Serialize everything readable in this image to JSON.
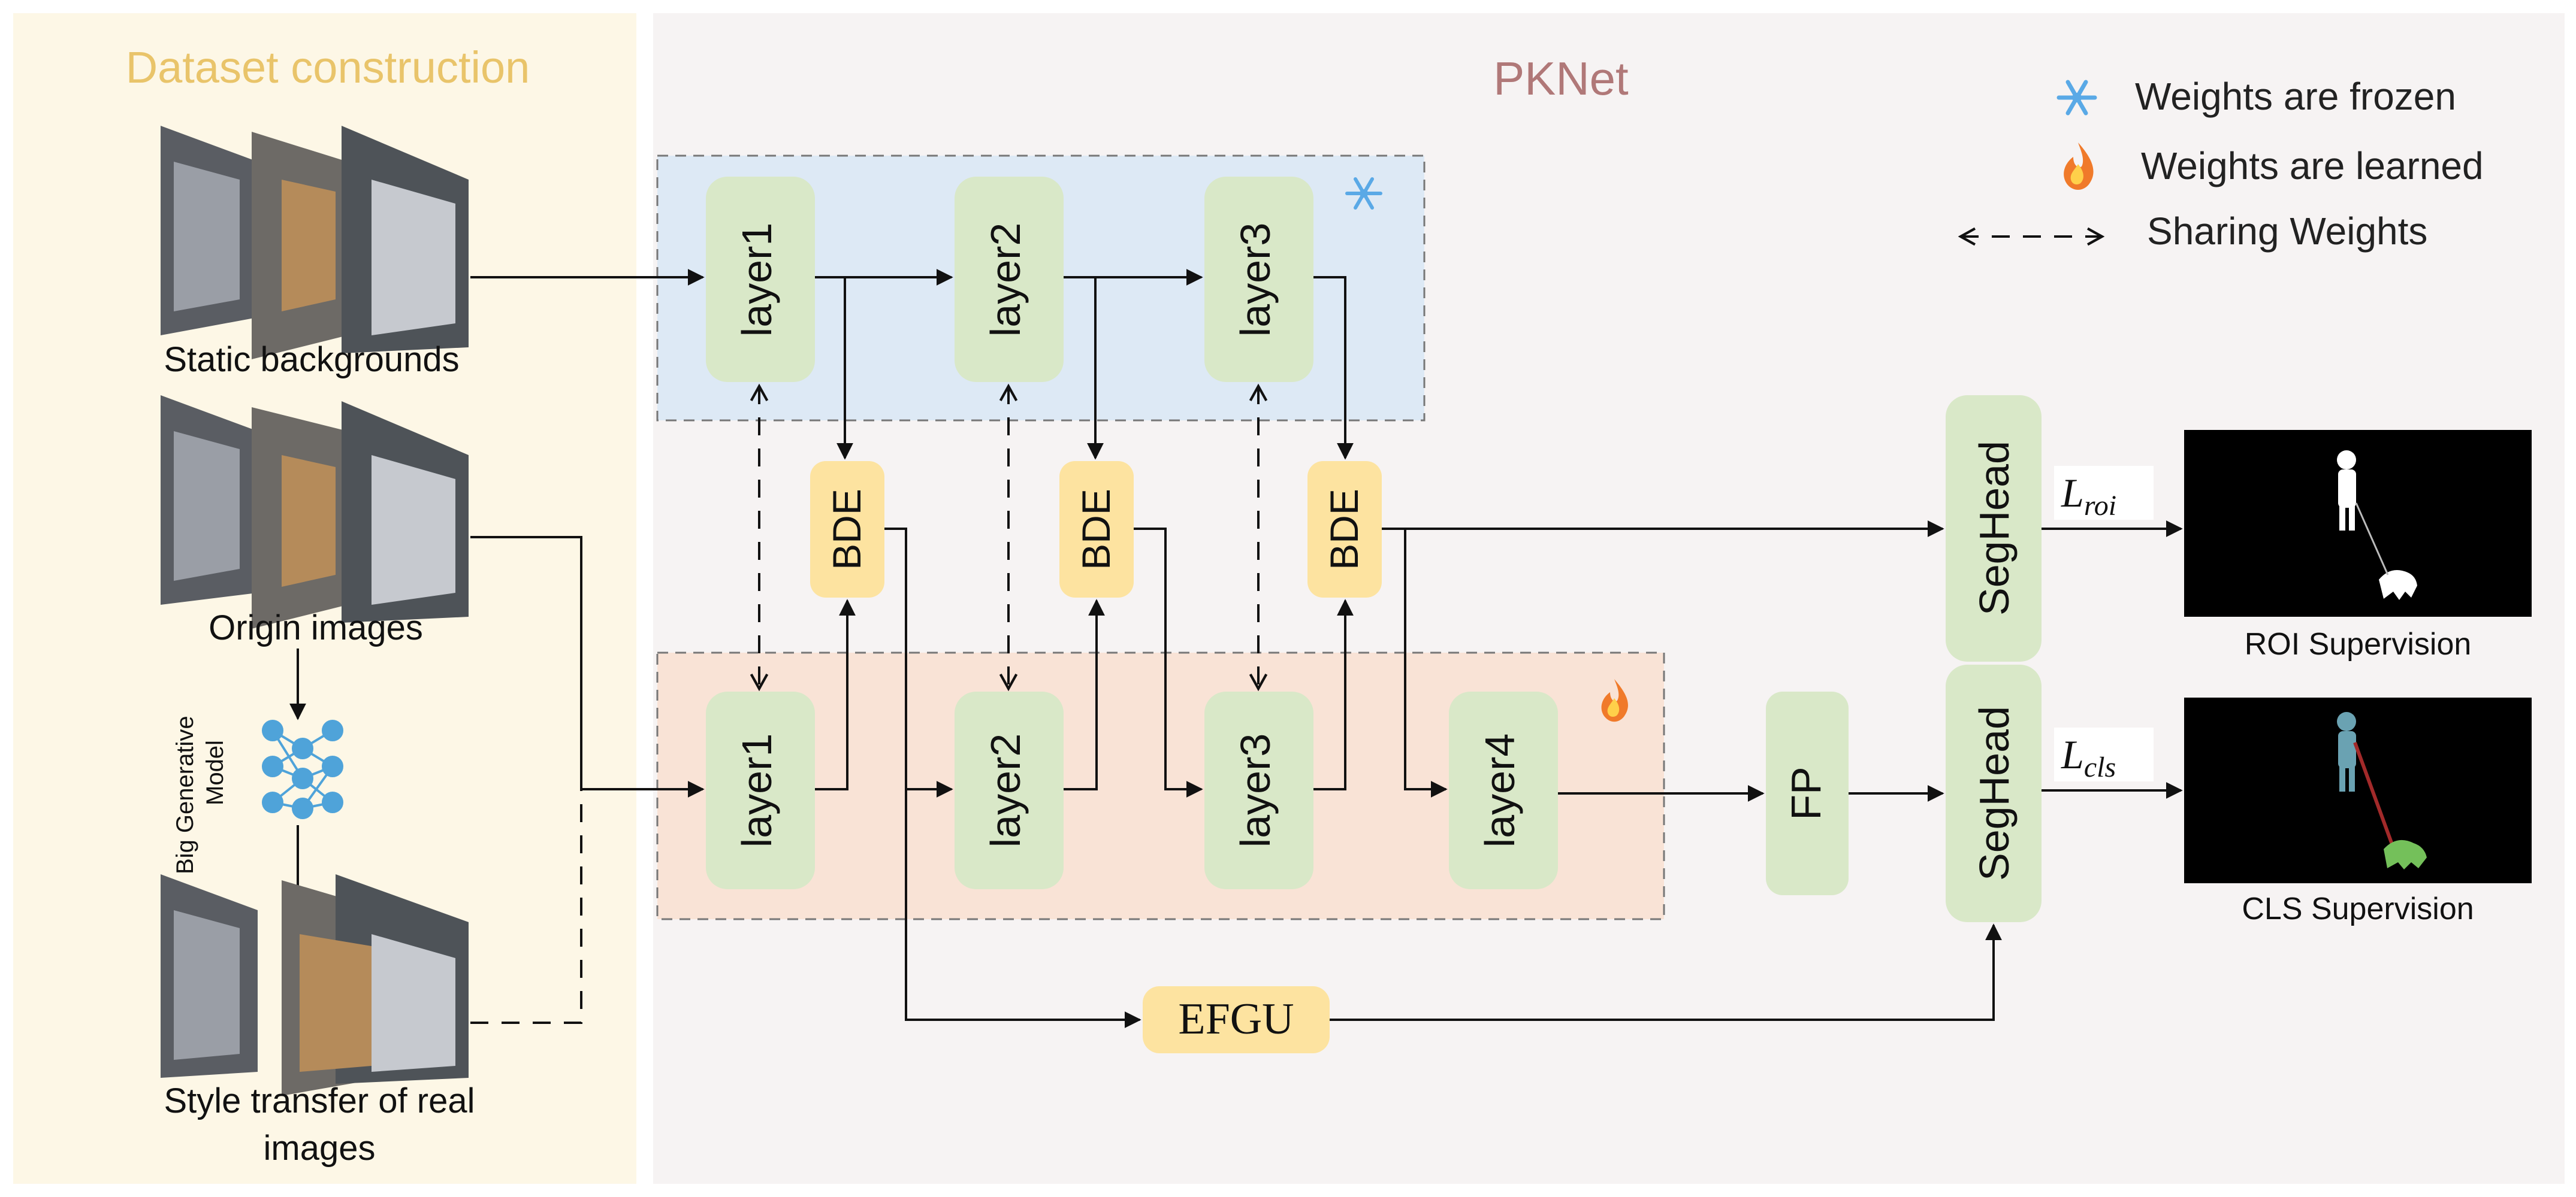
{
  "left_panel": {
    "title": "Dataset construction",
    "static_label": "Static backgrounds",
    "origin_label": "Origin images",
    "model_label_line1": "Big Generative",
    "model_label_line2": "Model",
    "style_label_line1": "Style transfer of real",
    "style_label_line2": "images"
  },
  "main": {
    "title": "PKNet",
    "legend": {
      "frozen": "Weights are frozen",
      "learned": "Weights are learned",
      "sharing": "Sharing Weights"
    },
    "frozen_layers": [
      "layer1",
      "layer2",
      "layer3"
    ],
    "learned_layers": [
      "layer1",
      "layer2",
      "layer3",
      "layer4"
    ],
    "bde_label": "BDE",
    "fp_label": "FP",
    "efgu_label": "EFGU",
    "seghead_label": "SegHead",
    "loss_roi": {
      "symbol": "L",
      "sub": "roi"
    },
    "loss_cls": {
      "symbol": "L",
      "sub": "cls"
    },
    "roi_caption": "ROI Supervision",
    "cls_caption": "CLS Supervision"
  },
  "colors": {
    "left_bg": "#fdf7e6",
    "main_bg": "#f6f3f3",
    "title_gold": "#e9c46a",
    "title_rose": "#b07878",
    "frozen_box": "#dde9f5",
    "learned_box": "#f9e3d6",
    "layer_fill": "#d9e8c8",
    "bde_fill": "#fde3a0",
    "efgu_fill": "#fde3a0"
  }
}
